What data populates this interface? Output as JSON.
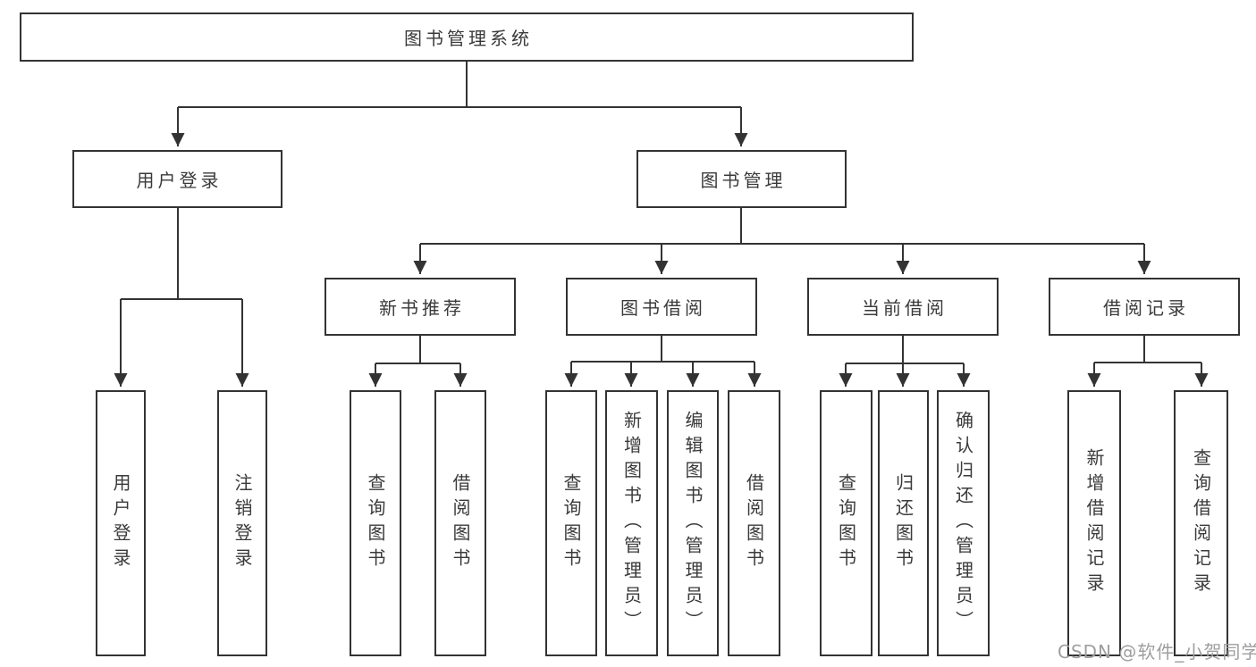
{
  "diagram": {
    "root": {
      "label": "图书管理系统"
    },
    "user_login": {
      "label": "用户登录",
      "children": [
        {
          "label": "用户登录"
        },
        {
          "label": "注销登录"
        }
      ]
    },
    "book_mgmt": {
      "label": "图书管理",
      "sections": [
        {
          "label": "新书推荐",
          "children": [
            {
              "label": "查询图书"
            },
            {
              "label": "借阅图书"
            }
          ]
        },
        {
          "label": "图书借阅",
          "children": [
            {
              "label": "查询图书"
            },
            {
              "label": "新增图书（管理员）"
            },
            {
              "label": "编辑图书（管理员）"
            },
            {
              "label": "借阅图书"
            }
          ]
        },
        {
          "label": "当前借阅",
          "children": [
            {
              "label": "查询图书"
            },
            {
              "label": "归还图书"
            },
            {
              "label": "确认归还（管理员）"
            }
          ]
        },
        {
          "label": "借阅记录",
          "children": [
            {
              "label": "新增借阅记录"
            },
            {
              "label": "查询借阅记录"
            }
          ]
        }
      ]
    }
  },
  "watermark": "CSDN @软件_小贺同学",
  "colors": {
    "line": "#333333",
    "text": "#3a3a3a",
    "watermark": "#9e9e9e",
    "background": "#ffffff"
  }
}
